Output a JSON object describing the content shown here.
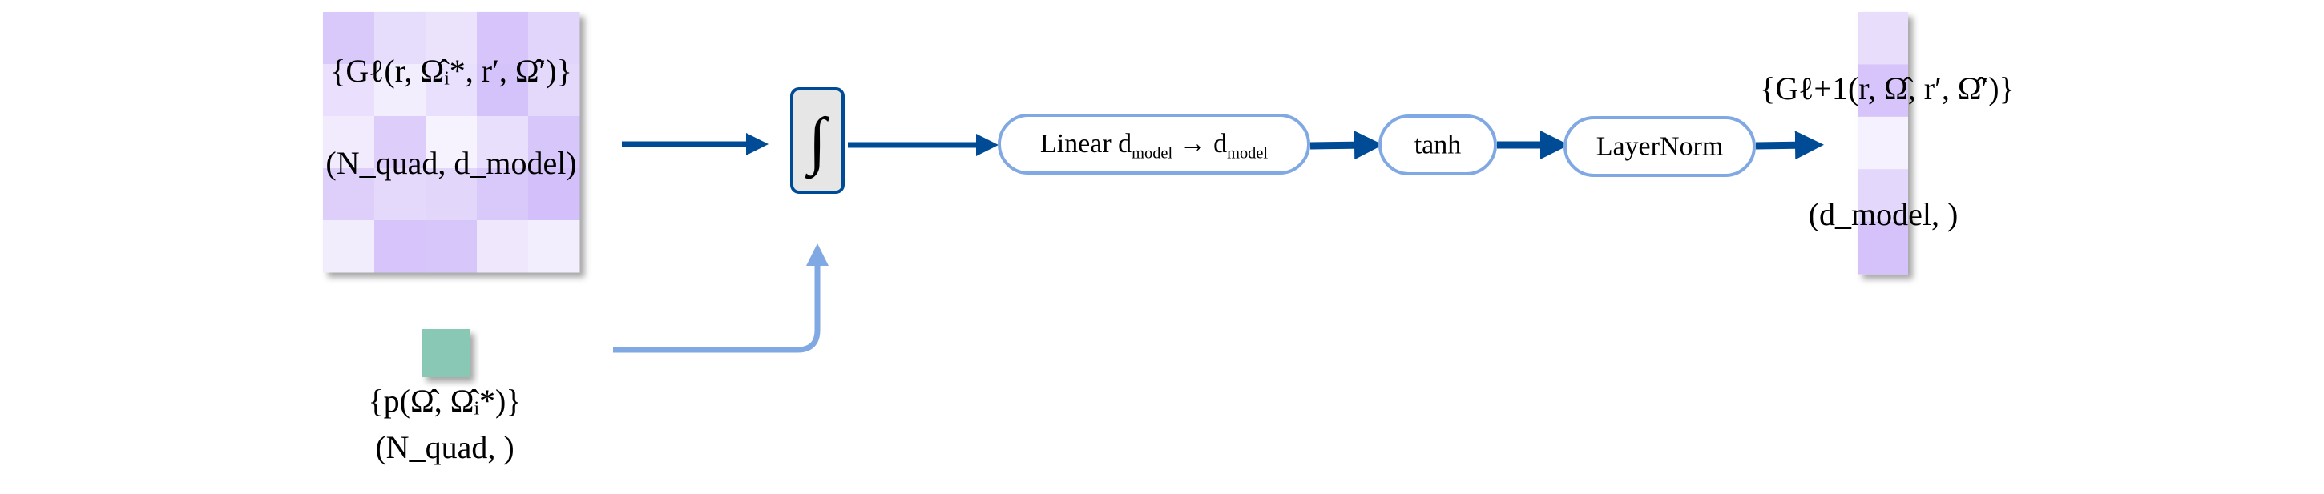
{
  "input_matrix": {
    "label": "{Gℓ(r, Ω̂ᵢ*, r′, Ω̂′)}",
    "shape": "(N_quad, d_model)",
    "cell_colors": [
      [
        "#d9c9fa",
        "#e6dcfb",
        "#ebe3fc",
        "#d6c4fa",
        "#e2d5fb"
      ],
      [
        "#eadffc",
        "#f3eefd",
        "#e8e0fc",
        "#d4c2fa",
        "#e4d9fb"
      ],
      [
        "#f1ebfd",
        "#dccdfa",
        "#f6f2fe",
        "#e8dffc",
        "#d6c6fa"
      ],
      [
        "#decffa",
        "#e4d8fb",
        "#e2d6fb",
        "#d9c9fa",
        "#d3c0fa"
      ],
      [
        "#f2edfd",
        "#d6c4fa",
        "#d7c6fa",
        "#efe8fd",
        "#f3eefd"
      ]
    ]
  },
  "weights": {
    "label": "{p(Ω̂, Ω̂ᵢ*)}",
    "shape": "(N_quad, )",
    "color": "#8ac8b6"
  },
  "integral": {
    "symbol": "∫"
  },
  "nodes": [
    {
      "label_main": "Linear d",
      "sub1": "model",
      "arrow": " → d",
      "sub2": "model"
    },
    {
      "label_main": "tanh"
    },
    {
      "label_main": "LayerNorm"
    }
  ],
  "output_vector": {
    "label": "{Gℓ+1(r, Ω̂, r′, Ω̂′)}",
    "shape": "(d_model, )",
    "cell_colors": [
      "#e8defc",
      "#d6c4fa",
      "#f5f1fe",
      "#e3d7fb",
      "#d5c2fa"
    ]
  },
  "colors": {
    "dark_arrow": "#004b96",
    "light_arrow": "#80a8e2",
    "node_border": "#80a8e2"
  }
}
